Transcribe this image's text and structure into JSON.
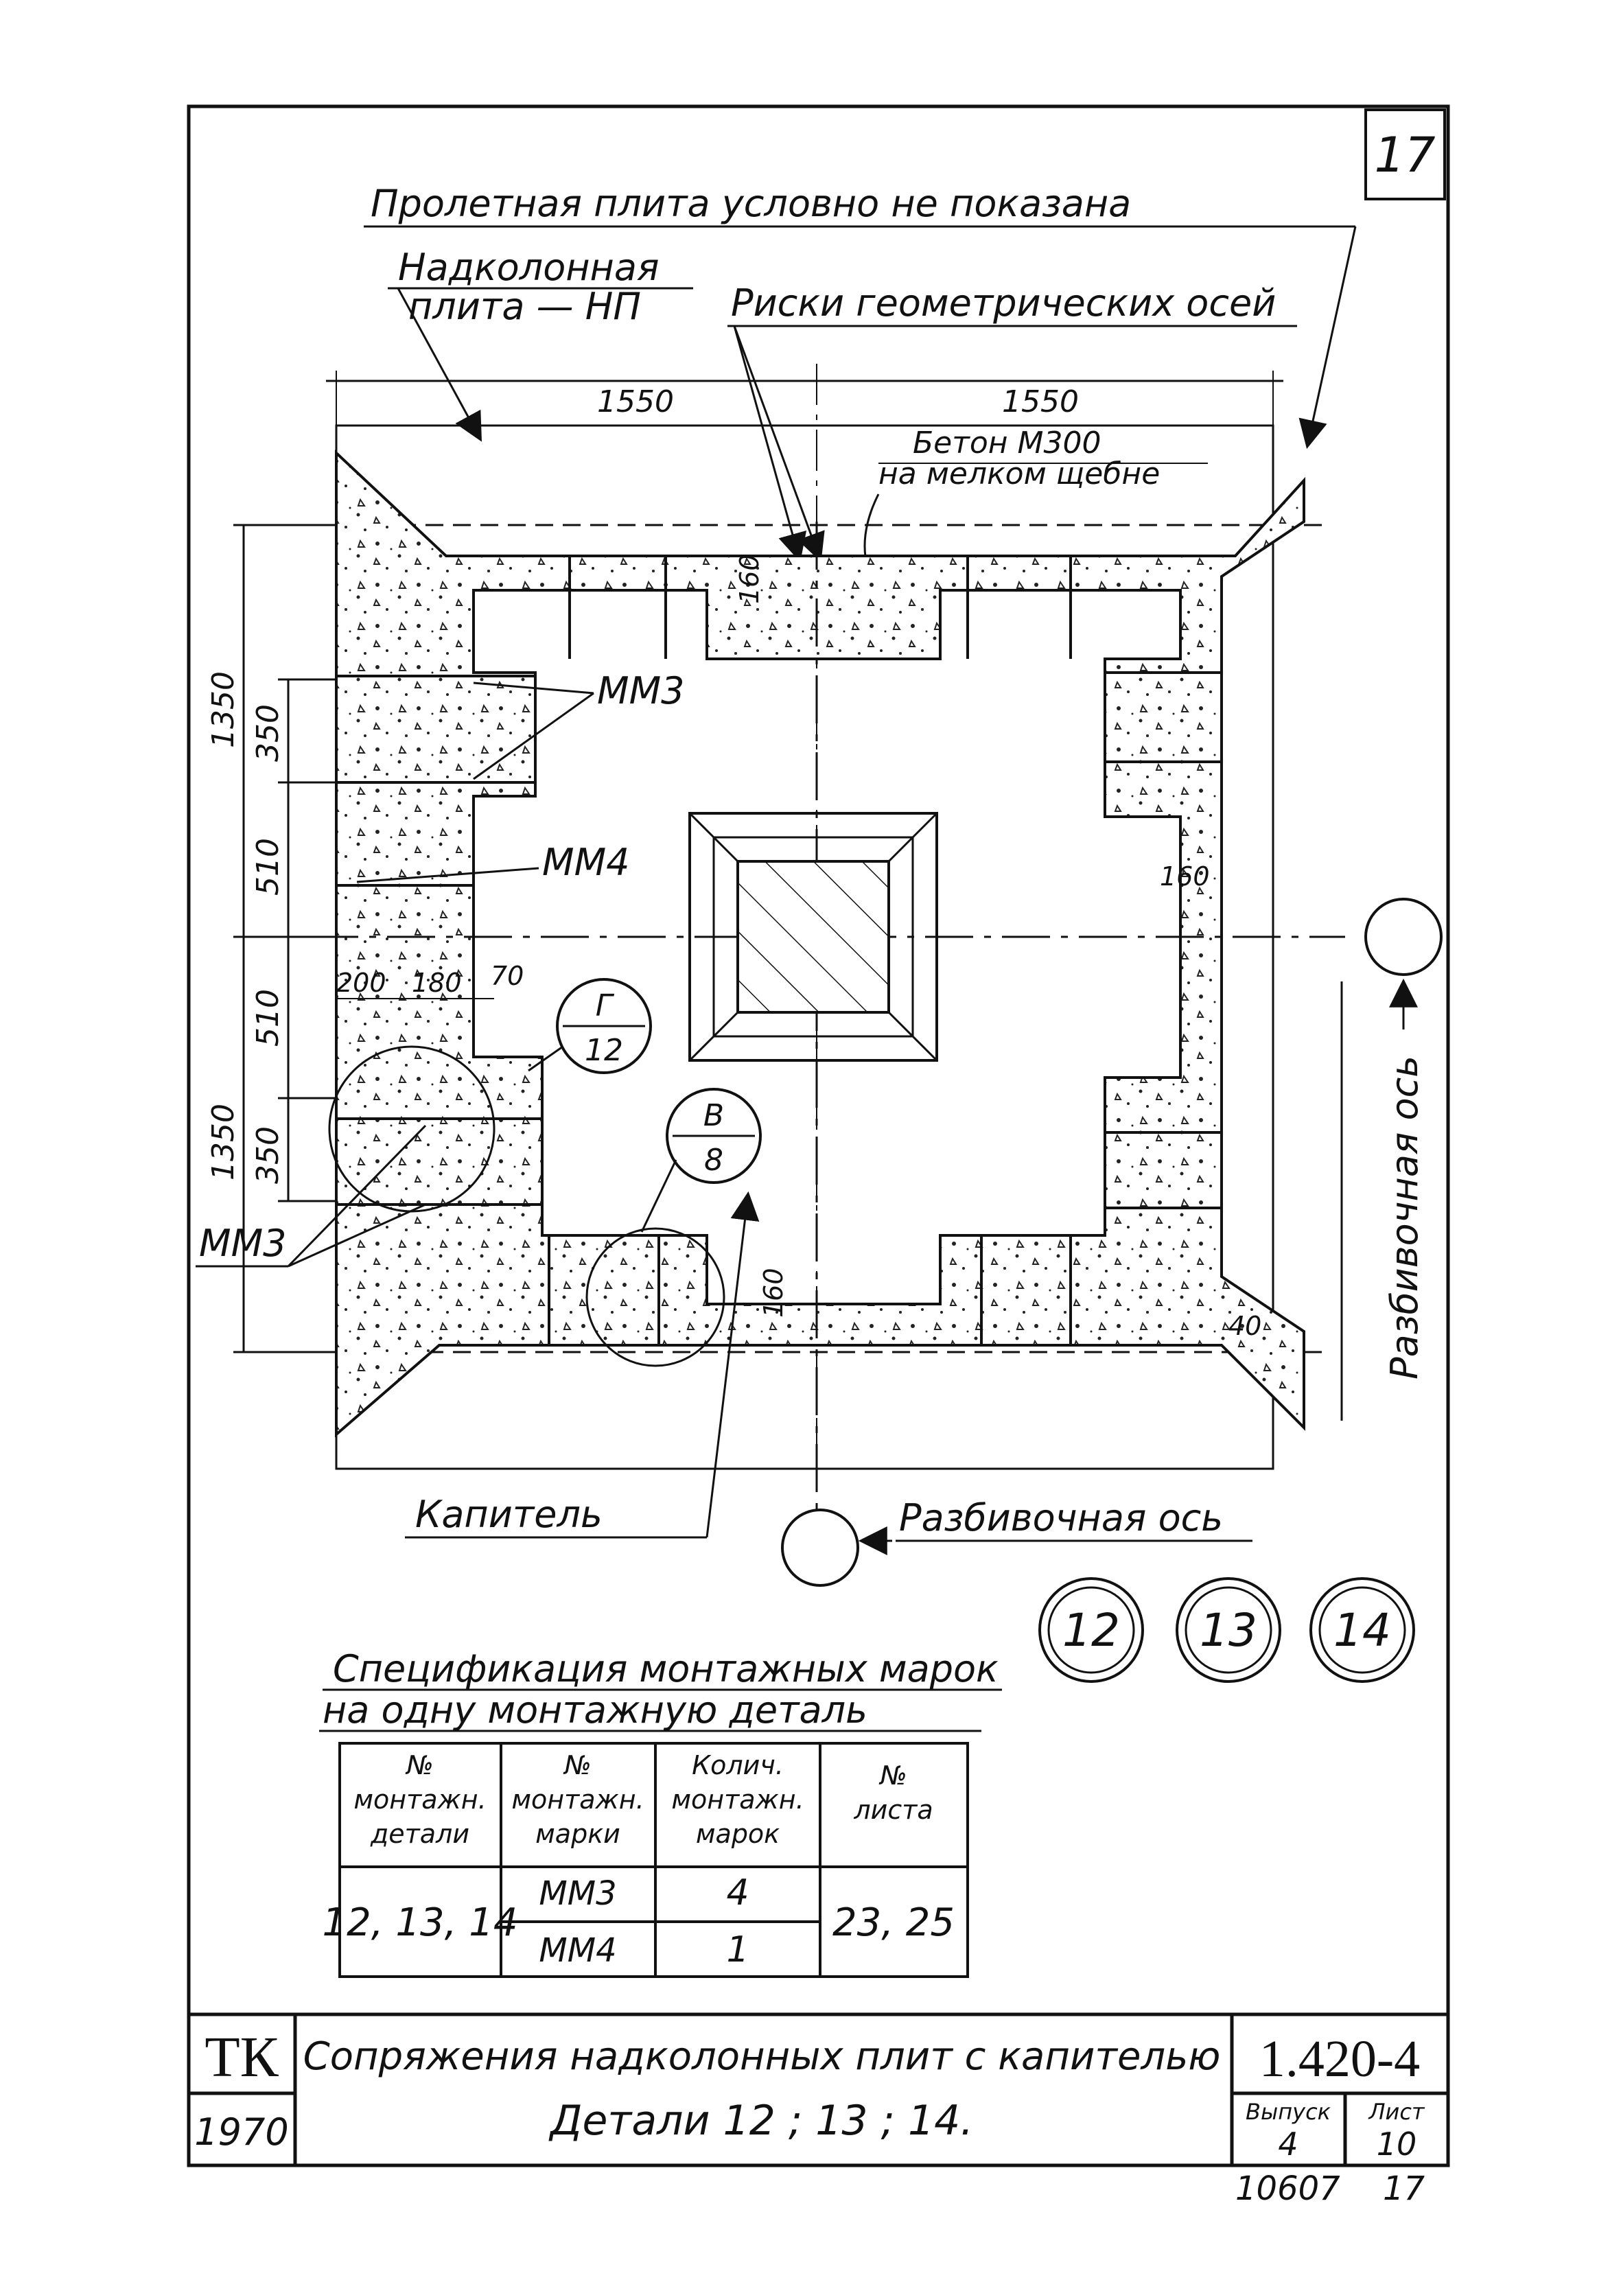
{
  "sheet_number": "17",
  "labels": {
    "span_slab_note": "Пролетная плита условно не показана",
    "column_slab": "Надколонная",
    "column_slab_2": "плита — НП",
    "axis_marks": "Риски геометрических осей",
    "concrete": "Бетон М300",
    "concrete_2": "на мелком щебне",
    "capital": "Капитель",
    "layout_axis_bottom": "Разбивочная ось",
    "layout_axis_right": "Разбивочная ось"
  },
  "dimensions": {
    "top_left": "1550",
    "top_right": "1550",
    "left_1350_top": "1350",
    "left_1350_bottom": "1350",
    "left_350_top": "350",
    "left_350_bottom": "350",
    "left_510_top": "510",
    "left_510_bottom": "510",
    "d200": "200",
    "d180": "180",
    "d70": "70",
    "d160_right": "160",
    "d160_bottom": "160",
    "d40": "40",
    "d160_top": "160"
  },
  "marks": {
    "mm3_top": "ММ3",
    "mm4": "ММ4",
    "mm3_bottom": "ММ3"
  },
  "callouts": {
    "g_letter": "Г",
    "g_sheet": "12",
    "v_letter": "В",
    "v_sheet": "8"
  },
  "detail_circles": [
    "12",
    "13",
    "14"
  ],
  "spec": {
    "title_1": "Спецификация монтажных марок",
    "title_2": "на одну монтажную деталь",
    "headers": [
      [
        "№",
        "монтажн.",
        "детали"
      ],
      [
        "№",
        "монтажн.",
        "марки"
      ],
      [
        "Колич.",
        "монтажн.",
        "марок"
      ],
      [
        "№",
        "листа"
      ]
    ],
    "detail_numbers": "12, 13, 14",
    "rows": [
      {
        "mark": "ММ3",
        "qty": "4"
      },
      {
        "mark": "ММ4",
        "qty": "1"
      }
    ],
    "sheets": "23, 25"
  },
  "title_block": {
    "org": "ТК",
    "year": "1970",
    "title_line_1": "Сопряжения надколонных плит с капителью",
    "title_line_2": "Детали 12 ; 13 ; 14.",
    "series": "1.420-4",
    "issue_label": "Выпуск",
    "issue_value": "4",
    "sheet_label": "Лист",
    "sheet_value": "10"
  },
  "footer": {
    "inventory": "10607",
    "page": "17"
  }
}
